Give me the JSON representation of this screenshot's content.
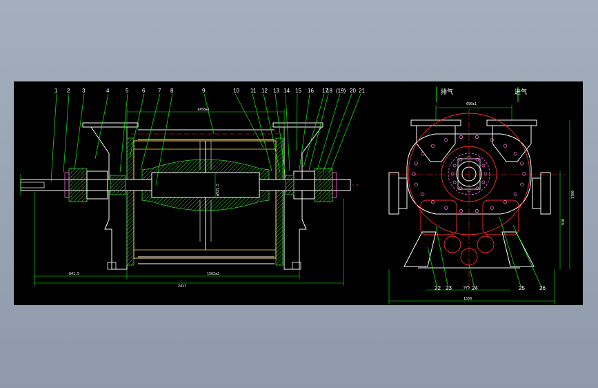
{
  "drawing": {
    "colors": {
      "canvas": "#000000",
      "outline": "#ffffff",
      "leader": "#00ff00",
      "dimension": "#00ff00",
      "center": "#ff2a2a",
      "body": "#ffdd55",
      "hatch": "#33cc33",
      "bolt": "#ff6fd8"
    },
    "side_view": {
      "part_numbers": [
        "1",
        "2",
        "3",
        "4",
        "5",
        "6",
        "7",
        "8",
        "9",
        "10",
        "11",
        "12",
        "13",
        "14",
        "15",
        "16",
        "17",
        "18",
        "(19)",
        "20",
        "21"
      ],
      "dim_top": "1458±1",
      "dim_bottom_left": "841.5",
      "dim_bottom_mid": "1562±2",
      "dim_overall": "2417",
      "dim_vertical_center": "φ925.5"
    },
    "end_view": {
      "port_left": "排气",
      "port_right": "进气",
      "dim_top": "690±1",
      "dim_height": "1780",
      "dim_mid": "930",
      "dim_base_inner": "975",
      "dim_base_overall": "1330",
      "part_numbers": [
        "22",
        "23",
        "24",
        "25",
        "26"
      ]
    }
  }
}
